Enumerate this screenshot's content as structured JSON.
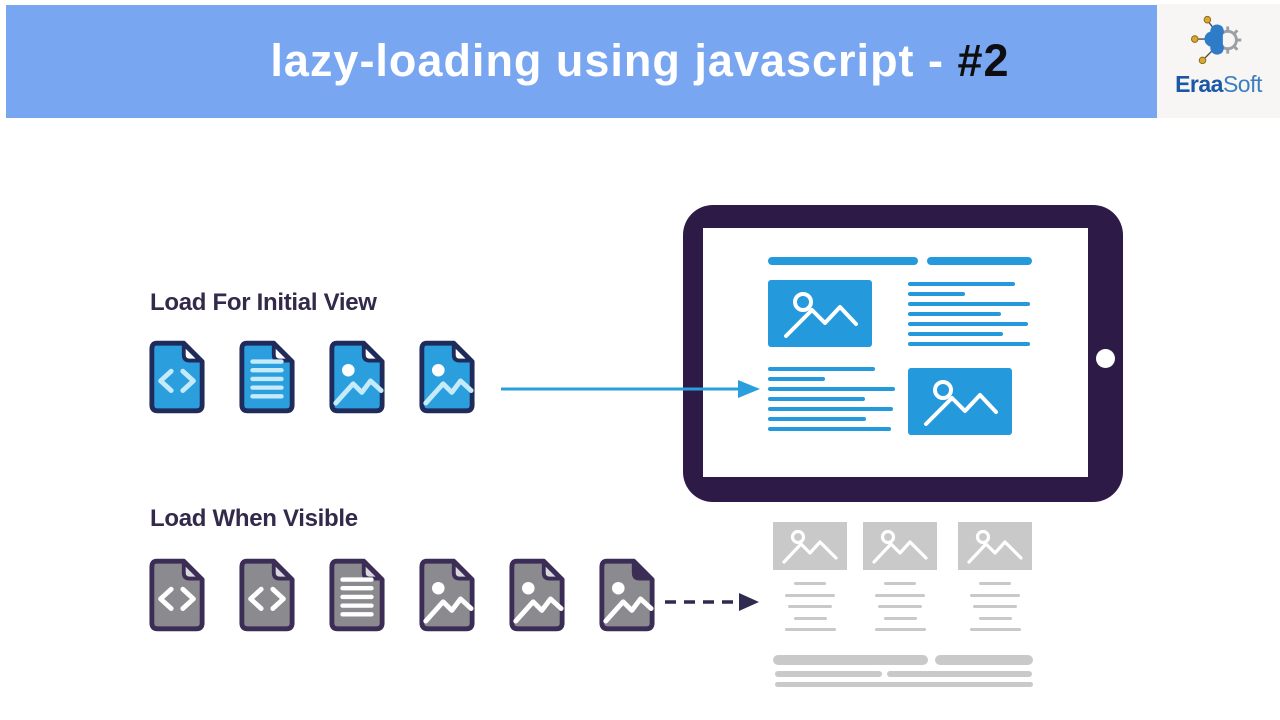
{
  "header": {
    "title": "lazy-loading using javascript - ",
    "number": "#2"
  },
  "logo": {
    "name_bold": "Eraa",
    "name_light": "Soft",
    "icon": "brain-gear-icon"
  },
  "sections": {
    "initial": {
      "label": "Load For Initial View",
      "files": [
        "code",
        "text",
        "image",
        "image"
      ],
      "arrow": "solid-right-arrow"
    },
    "visible": {
      "label": "Load When Visible",
      "files": [
        "code",
        "code",
        "text",
        "image",
        "image",
        "image-dark-fold"
      ],
      "arrow": "dashed-right-arrow"
    }
  },
  "tablet_screen": {
    "header_bar_widths": [
      150,
      105
    ],
    "top_right_lines": [
      107,
      57,
      122,
      93,
      120,
      95,
      122
    ],
    "bottom_left_lines": [
      107,
      57,
      127,
      97,
      125,
      98,
      123
    ],
    "image_placeholders": 2
  },
  "lazy_grid": {
    "column_count": 3,
    "line_widths": [
      32,
      50,
      44,
      33,
      51
    ]
  },
  "colors": {
    "header_bar": "#79A6F0",
    "title_text": "#FFFFFF",
    "title_number": "#0E0E10",
    "heading_text": "#33294B",
    "file_blue": "#2B9FDE",
    "file_blue_border": "#1F2B5B",
    "file_blue_glyph": "#C5EAFA",
    "file_gray": "#8A8A8F",
    "file_gray_border": "#3B2D55",
    "file_gray_glyph": "#FFFFFF",
    "fold_light": "#FFFFFF",
    "fold_gray": "#D8D8DC",
    "tablet_bezel": "#2E1A47",
    "screen_blue": "#2499DB",
    "arrow_blue": "#2B9FDE",
    "arrow_dark": "#2E2A50",
    "wireframe_gray": "#C9C9C9",
    "logo_bg": "#F8F6F4",
    "logo_blue_bold": "#1A57A5",
    "logo_blue_light": "#3C7FC0",
    "logo_gold": "#D9A92F",
    "logo_gear": "#9AA0A6",
    "logo_brain": "#2E7CC8"
  }
}
